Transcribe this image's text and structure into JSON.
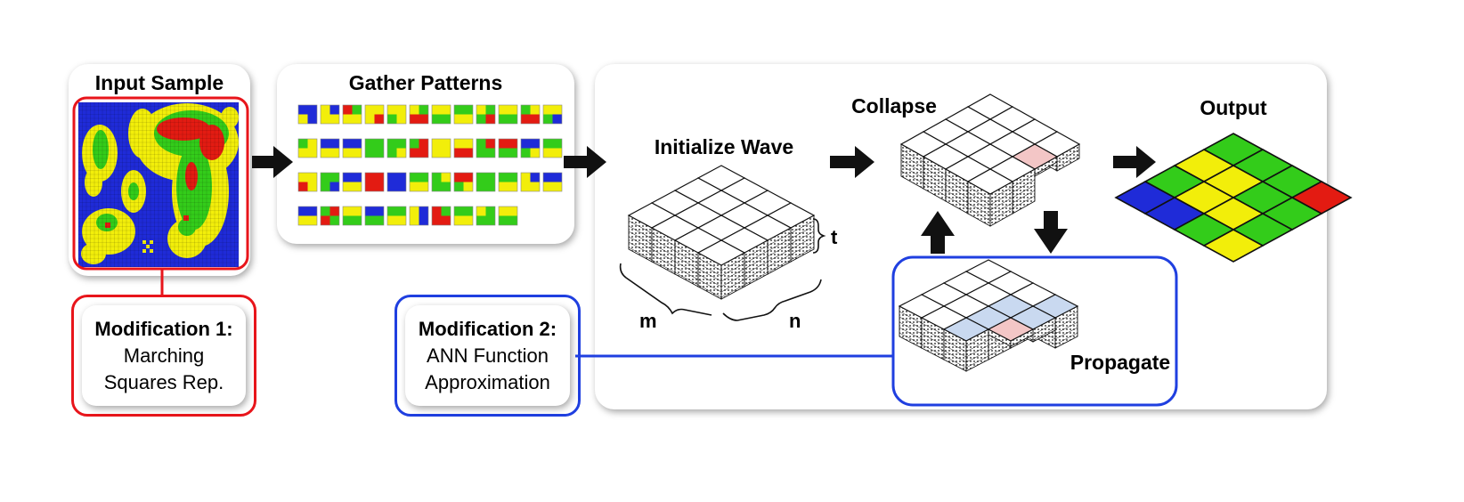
{
  "input_sample": {
    "title": "Input Sample"
  },
  "gather_patterns": {
    "title": "Gather Patterns"
  },
  "wfc": {
    "initialize_title": "Initialize Wave",
    "collapse_title": "Collapse",
    "output_title": "Output",
    "propagate_title": "Propagate",
    "dims": {
      "t": "t",
      "m": "m",
      "n": "n"
    }
  },
  "modification_1": {
    "heading": "Modification 1:",
    "line1": "Marching",
    "line2": "Squares Rep.",
    "color": "#e8151b"
  },
  "modification_2": {
    "heading": "Modification 2:",
    "line1": "ANN Function",
    "line2": "Approximation",
    "color": "#1f3fe0"
  },
  "palette": {
    "blue": "#1f2bd8",
    "yellow": "#f2ee0a",
    "green": "#33cc1a",
    "red": "#e31b12",
    "light_blue": "#c9d9f0",
    "light_red": "#f3c6c6"
  },
  "output_grid": [
    [
      "green",
      "green",
      "green",
      "red"
    ],
    [
      "yellow",
      "yellow",
      "green",
      "green"
    ],
    [
      "green",
      "yellow",
      "yellow",
      "green"
    ],
    [
      "blue",
      "blue",
      "green",
      "yellow"
    ]
  ]
}
